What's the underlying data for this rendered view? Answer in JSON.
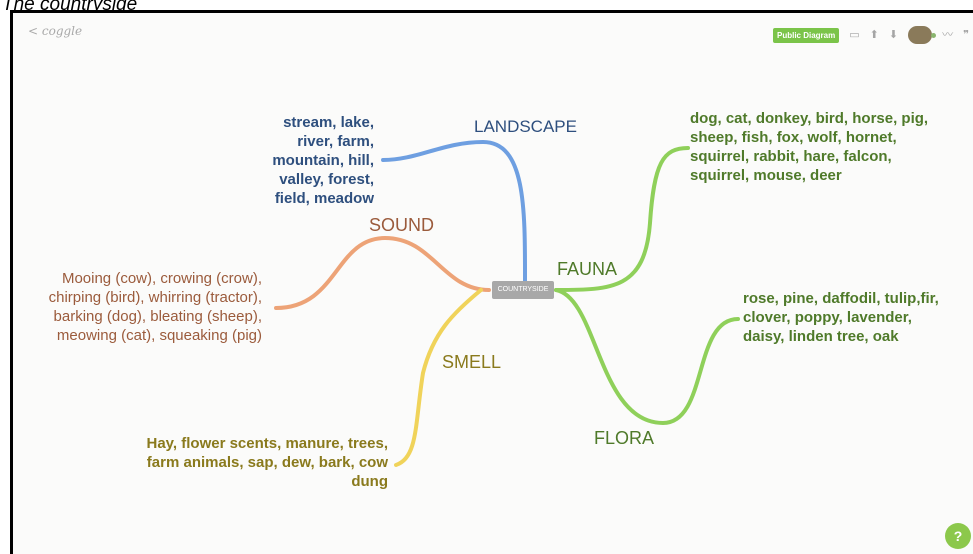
{
  "caption": "The countryside",
  "app": {
    "back_label": "< coggle"
  },
  "toolbar": {
    "public_label": "Public Diagram",
    "icons": [
      "present-icon",
      "upload-icon",
      "download-icon",
      "avatar",
      "draw-icon",
      "quote-icon"
    ],
    "icon_glyphs": [
      "▭",
      "⬆",
      "⬇",
      "〰",
      "❞"
    ]
  },
  "diagram": {
    "center": "COUNTRYSIDE",
    "branches": {
      "landscape": {
        "label": "LANDSCAPE",
        "color": "#6e9fe1",
        "lines": [
          "stream, lake,",
          "river, farm,",
          "mountain, hill,",
          "valley, forest,",
          "field, meadow"
        ]
      },
      "sound": {
        "label": "SOUND",
        "color": "#eda377",
        "lines": [
          "Mooing (cow), crowing (crow),",
          "chirping (bird), whirring (tractor),",
          "barking (dog), bleating (sheep),",
          "meowing (cat), squeaking (pig)"
        ]
      },
      "smell": {
        "label": "SMELL",
        "color": "#f0d35a",
        "lines": [
          "Hay, flower scents, manure, trees,",
          "farm animals, sap, dew, bark, cow",
          "dung"
        ]
      },
      "fauna": {
        "label": "FAUNA",
        "color": "#8fd05a",
        "lines": [
          "dog, cat, donkey, bird, horse, pig,",
          "sheep, fish, fox, wolf, hornet,",
          "squirrel, rabbit, hare, falcon,",
          "squirrel, mouse, deer"
        ]
      },
      "flora": {
        "label": "FLORA",
        "color": "#8fd05a",
        "lines": [
          "rose, pine, daffodil, tulip,fir,",
          "clover, poppy, lavender,",
          "daisy, linden tree, oak"
        ]
      }
    }
  },
  "help": {
    "label": "?"
  }
}
